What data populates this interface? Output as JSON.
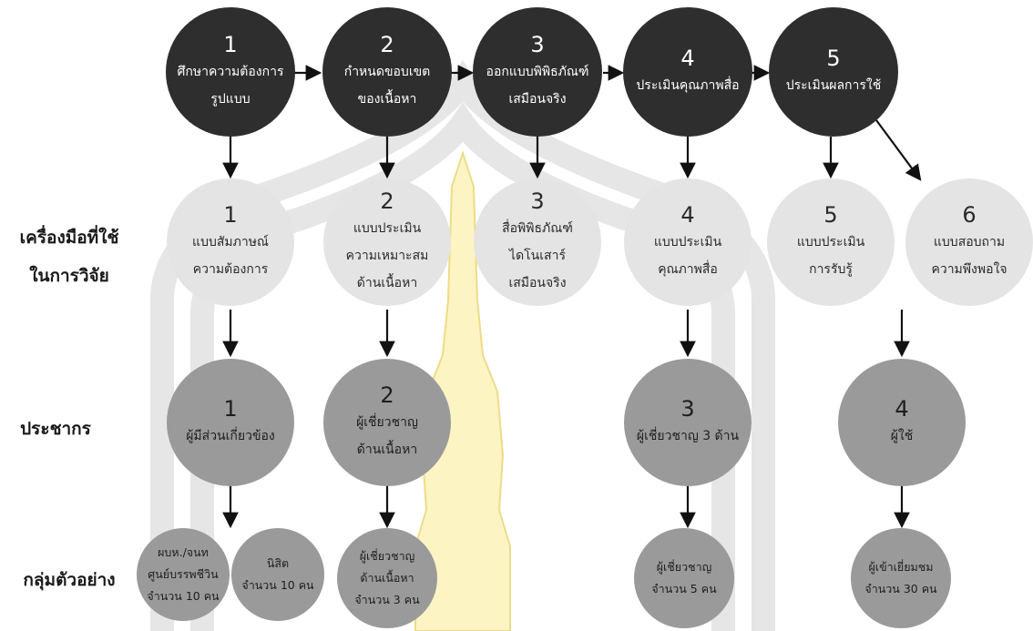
{
  "row_labels": {
    "tools_line1": "เครื่องมือที่ใช้",
    "tools_line2": "ในการวิจัย",
    "population": "ประชากร",
    "sample": "กลุ่มตัวอย่าง"
  },
  "process_steps": [
    {
      "num": "1",
      "line1": "ศึกษาความต้องการ",
      "line2": "รูปแบบ"
    },
    {
      "num": "2",
      "line1": "กำหนดขอบเขต",
      "line2": "ของเนื้อหา"
    },
    {
      "num": "3",
      "line1": "ออกแบบพิพิธภัณฑ์",
      "line2": "เสมือนจริง"
    },
    {
      "num": "4",
      "line1": "ประเมินคุณภาพสื่อ",
      "line2": ""
    },
    {
      "num": "5",
      "line1": "ประเมินผลการใช้",
      "line2": ""
    }
  ],
  "tools": [
    {
      "num": "1",
      "line1": "แบบสัมภาษณ์",
      "line2": "ความต้องการ",
      "line3": ""
    },
    {
      "num": "2",
      "line1": "แบบประเมิน",
      "line2": "ความเหมาะสม",
      "line3": "ด้านเนื้อหา"
    },
    {
      "num": "3",
      "line1": "สื่อพิพิธภัณฑ์",
      "line2": "ไดโนเสาร์",
      "line3": "เสมือนจริง"
    },
    {
      "num": "4",
      "line1": "แบบประเมิน",
      "line2": "คุณภาพสื่อ",
      "line3": ""
    },
    {
      "num": "5",
      "line1": "แบบประเมิน",
      "line2": "การรับรู้",
      "line3": ""
    },
    {
      "num": "6",
      "line1": "แบบสอบถาม",
      "line2": "ความพึงพอใจ",
      "line3": ""
    }
  ],
  "population": [
    {
      "num": "1",
      "line1": "ผู้มีส่วนเกี่ยวข้อง",
      "line2": ""
    },
    {
      "num": "2",
      "line1": "ผู้เชี่ยวชาญ",
      "line2": "ด้านเนื้อหา"
    },
    {
      "num": "3",
      "line1": "ผู้เชี่ยวชาญ 3 ด้าน",
      "line2": ""
    },
    {
      "num": "4",
      "line1": "ผู้ใช้",
      "line2": ""
    }
  ],
  "samples": [
    {
      "line1": "ผบห./จนท",
      "line2": "ศูนย์บรรพชีวิน",
      "line3": "จำนวน 10 คน"
    },
    {
      "line1": "นิสิต",
      "line2": "จำนวน 10 คน",
      "line3": ""
    },
    {
      "line1": "ผู้เชี่ยวชาญ",
      "line2": "ด้านเนื้อหา",
      "line3": "จำนวน 3 คน"
    },
    {
      "line1": "ผู้เชี่ยวชาญ",
      "line2": "จำนวน 5 คน",
      "line3": ""
    },
    {
      "line1": "ผู้เข้าเยี่ยมชม",
      "line2": "จำนวน 30 คน",
      "line3": ""
    }
  ],
  "colors": {
    "step": "#2e2e2e",
    "tool": "#e4e4e4",
    "population": "#9a9a9a",
    "sample": "#9a9a9a"
  }
}
